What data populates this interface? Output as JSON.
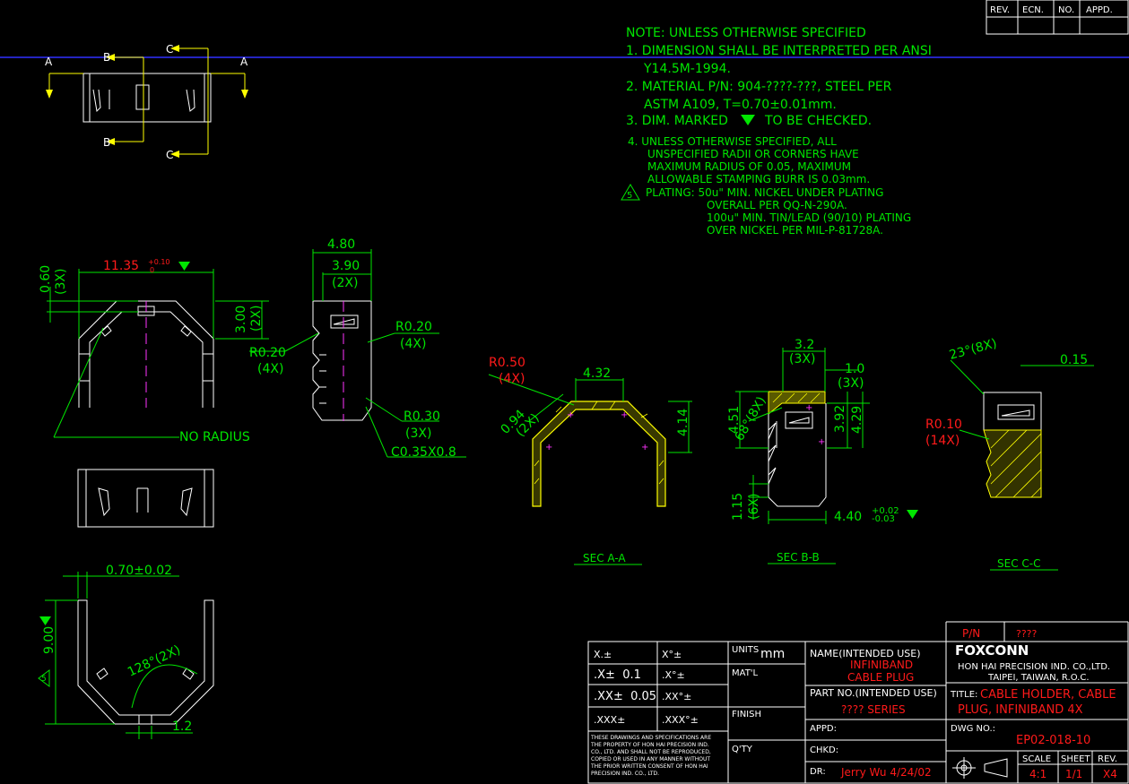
{
  "rev_block": {
    "headers": [
      "REV.",
      "ECN.",
      "NO.",
      "APPD."
    ]
  },
  "notes": [
    "NOTE: UNLESS OTHERWISE SPECIFIED",
    "1. DIMENSION SHALL BE INTERPRETED PER ANSI",
    "Y14.5M-1994.",
    "2. MATERIAL P/N: 904-????-???, STEEL PER",
    "ASTM A109, T=0.70±0.01mm.",
    "3. DIM. MARKED",
    "TO BE CHECKED.",
    "4. UNLESS OTHERWISE SPECIFIED, ALL",
    "UNSPECIFIED RADII OR CORNERS HAVE",
    "MAXIMUM RADIUS OF 0.05, MAXIMUM",
    "ALLOWABLE STAMPING BURR IS 0.03mm.",
    "PLATING: 50u\" MIN. NICKEL UNDER PLATING",
    "OVERALL PER QQ-N-290A.",
    "100u\" MIN. TIN/LEAD (90/10) PLATING",
    "OVER NICKEL PER MIL-P-81728A."
  ],
  "note5_flag": "5",
  "section_marks": {
    "a": "A",
    "b": "B",
    "c": "C"
  },
  "top_view": {
    "dim_width": "11.35",
    "dim_width_tol_plus": "+0.10",
    "dim_width_tol_minus": "0",
    "dim_060": "0.60",
    "dim_060_qty": "(3X)",
    "dim_300": "3.00",
    "dim_300_qty": "(2X)",
    "no_radius": "NO RADIUS"
  },
  "side_view": {
    "dim_480": "4.80",
    "dim_390": "3.90",
    "dim_390_qty": "(2X)",
    "r020_left": "R0.20",
    "r020_left_qty": "(4X)",
    "r020_right": "R0.20",
    "r020_right_qty": "(4X)",
    "r030": "R0.30",
    "r030_qty": "(3X)",
    "chamfer": "C0.35X0.8"
  },
  "sec_aa": {
    "title": "SEC A-A",
    "r050": "R0.50",
    "r050_qty": "(4X)",
    "dim_432": "4.32",
    "dim_094": "0.94",
    "dim_094_qty": "(2X)",
    "dim_414": "4.14"
  },
  "sec_bb": {
    "title": "SEC B-B",
    "dim_32": "3.2",
    "dim_32_qty": "(3X)",
    "dim_10": "1.0",
    "dim_10_qty": "(3X)",
    "dim_451": "4.51",
    "angle_68": "68°(8X)",
    "dim_392": "3.92",
    "dim_429": "4.29",
    "dim_115": "1.15",
    "dim_115_qty": "(6X)",
    "dim_440": "4.40",
    "dim_440_plus": "+0.02",
    "dim_440_minus": "-0.03"
  },
  "sec_cc": {
    "title": "SEC C-C",
    "angle_23": "23°(8X)",
    "dim_015": "0.15",
    "r010": "R0.10",
    "r010_qty": "(14X)"
  },
  "front_view": {
    "dim_070": "0.70±0.02",
    "dim_900": "9.00",
    "angle_128": "128°(2X)",
    "dim_12": "1.2",
    "flag": "5"
  },
  "tolerance_table": {
    "rows": [
      [
        "X.±",
        "X°±"
      ],
      [
        ".X±  0.1",
        ".X°±"
      ],
      [
        ".XX±  0.05",
        ".XX°±"
      ],
      [
        ".XXX±",
        ".XXX°±"
      ]
    ],
    "disclaimer": [
      "THESE DRAWINGS AND SPECIFICATIONS ARE",
      "THE PROPERTY OF HON HAI PRECISION IND.",
      "CO., LTD. AND SHALL NOT BE REPRODUCED,",
      "COPIED OR USED IN ANY MANNER WITHOUT",
      "THE PRIOR WRITTEN CONSENT OF HON HAI",
      "PRECISION IND. CO., LTD."
    ]
  },
  "title_block": {
    "units_label": "UNITS",
    "units_value": "mm",
    "matl_label": "MAT'L",
    "finish_label": "FINISH",
    "qty_label": "Q'TY",
    "name_label": "NAME(INTENDED USE)",
    "name_value_1": "INFINIBAND",
    "name_value_2": "CABLE PLUG",
    "partno_label": "PART NO.(INTENDED USE)",
    "partno_value": "???? SERIES",
    "appd_label": "APPD:",
    "chkd_label": "CHKD:",
    "dr_label": "DR:",
    "dr_value": "Jerry Wu 4/24/02",
    "pn_label": "P/N",
    "pn_value": "????",
    "company_logo": "FOXCONN",
    "company_1": "HON HAI PRECISION IND. CO.,LTD.",
    "company_2": "TAIPEI, TAIWAN, R.O.C.",
    "title_label": "TITLE:",
    "title_1": "CABLE HOLDER, CABLE",
    "title_2": "PLUG, INFINIBAND 4X",
    "dwg_label": "DWG NO.:",
    "dwg_value": "EP02-018-10",
    "scale_label": "SCALE",
    "sheet_label": "SHEET",
    "rev_label": "REV.",
    "scale_value": "4:1",
    "sheet_value": "1/1",
    "rev_value": "X4"
  }
}
